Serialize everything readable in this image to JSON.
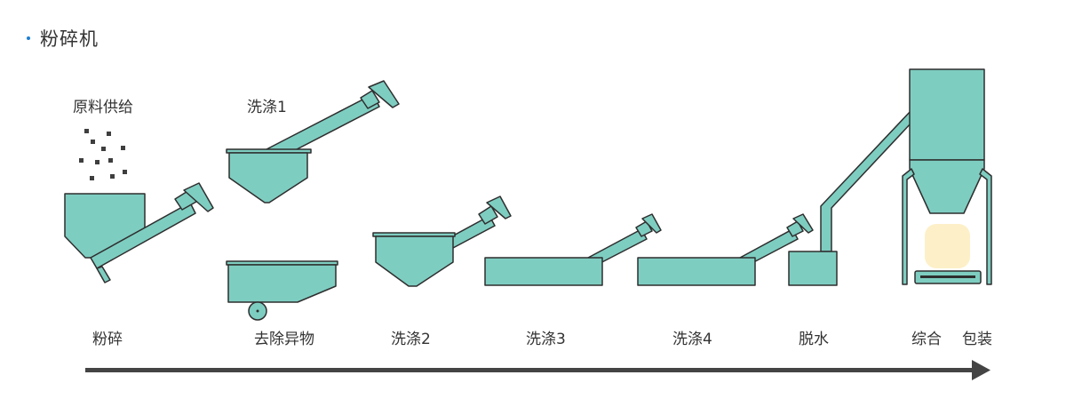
{
  "section": {
    "title": "粉碎机"
  },
  "labels": {
    "feed": "原料供给",
    "wash1": "洗涤1",
    "crush": "粉碎",
    "remove": "去除异物",
    "wash2": "洗涤2",
    "wash3": "洗涤3",
    "wash4": "洗涤4",
    "dewater": "脱水",
    "combine": "综合",
    "pack": "包装"
  },
  "colors": {
    "machine": "#7ecdc1",
    "stroke": "#2e2e2e",
    "arrow": "#444444",
    "bag": "#fdf0c8",
    "accent": "#1d7fd1"
  }
}
